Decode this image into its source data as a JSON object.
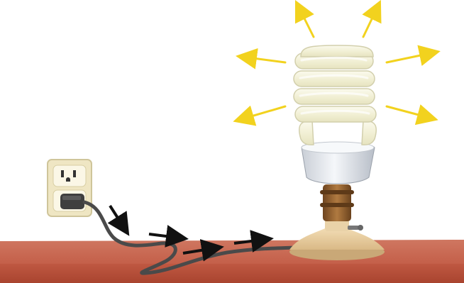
{
  "scene": {
    "objects": [
      "wall-outlet",
      "power-plug",
      "power-cord",
      "lamp-base",
      "cfl-bulb",
      "light-rays",
      "current-arrows",
      "table-surface"
    ]
  },
  "colors": {
    "background": "#ffffff",
    "table_top": "#c96a55",
    "table_front": "#b24a35",
    "outlet_plate": "#f1e9c8",
    "cord": "#4a4a4a",
    "bulb_glass": "#f3f1d8",
    "ballast": "#e6e9ee",
    "lamp_base": "#e9cfa3",
    "socket": "#8a5a2a",
    "light_rays": "#f2d21e",
    "arrows": "#111111"
  },
  "icons": {
    "rays": "arrow-icon",
    "current": "arrow-icon"
  }
}
